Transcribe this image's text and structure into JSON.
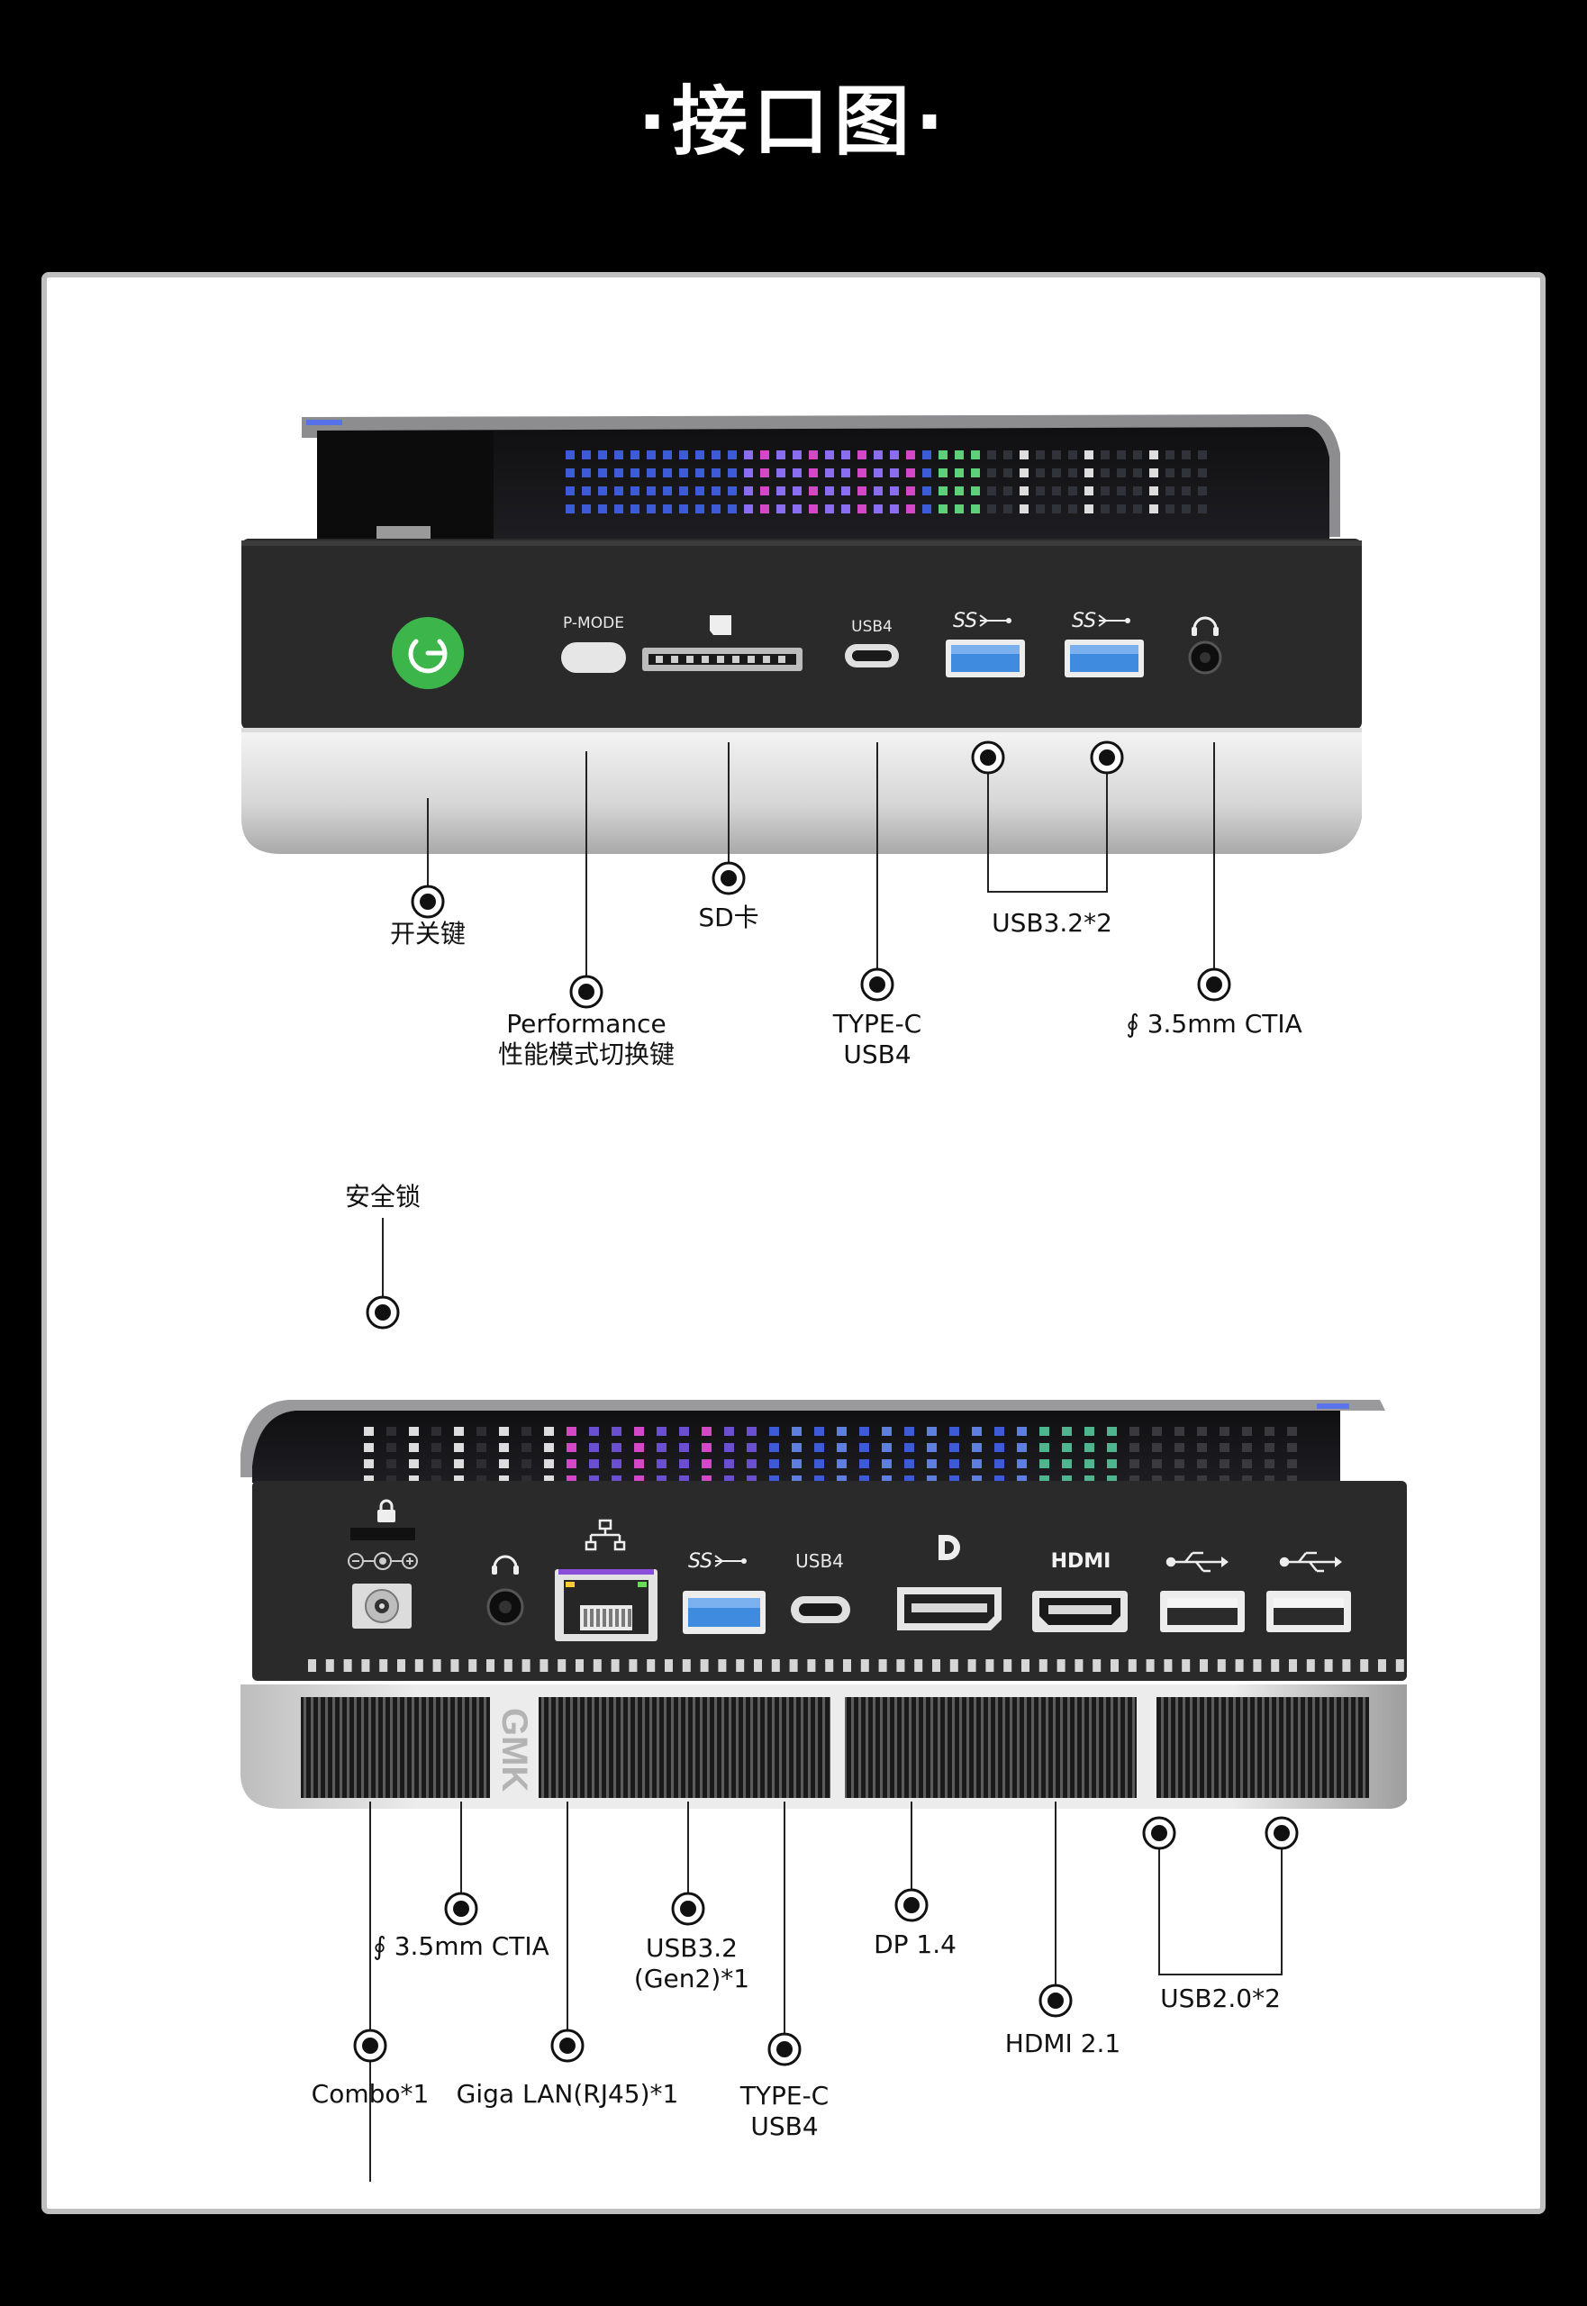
{
  "title": "·接口图·",
  "brand_logo": "GMK",
  "front": {
    "port_labels": {
      "pmode": "P-MODE",
      "usb4": "USB4"
    },
    "callouts": {
      "power": "开关键",
      "performance_en": "Performance",
      "performance_cn": "性能模式切换键",
      "sd": "SD卡",
      "typec_1": "TYPE-C",
      "typec_2": "USB4",
      "usb32": "USB3.2*2",
      "audio": "∮ 3.5mm CTIA"
    }
  },
  "rear": {
    "port_labels": {
      "usb4": "USB4",
      "hdmi": "HDMI"
    },
    "callouts": {
      "lock": "安全锁",
      "audio": "∮ 3.5mm CTIA",
      "usb32_1": "USB3.2",
      "usb32_2": "(Gen2)*1",
      "dp": "DP 1.4",
      "usb20": "USB2.0*2",
      "combo": "Combo*1",
      "lan": "Giga LAN(RJ45)*1",
      "typec_1": "TYPE-C",
      "typec_2": "USB4",
      "hdmi": "HDMI 2.1"
    }
  },
  "icons": {
    "power": "power-icon",
    "sd": "sd-card-icon",
    "usb_ss": "usb-superspeed-icon",
    "headset": "headset-icon",
    "lock": "lock-icon",
    "dc": "dc-polarity-icon",
    "lan": "network-icon",
    "dp": "displayport-icon",
    "usb": "usb-icon"
  },
  "colors": {
    "background": "#000000",
    "panel": "#ffffff",
    "device_body": "#2a2a2b",
    "power_button": "#3cb54a",
    "usb3_blue": "#3f8be0",
    "rgb_blue": "#3d5bd6",
    "rgb_pink": "#d448c8"
  }
}
